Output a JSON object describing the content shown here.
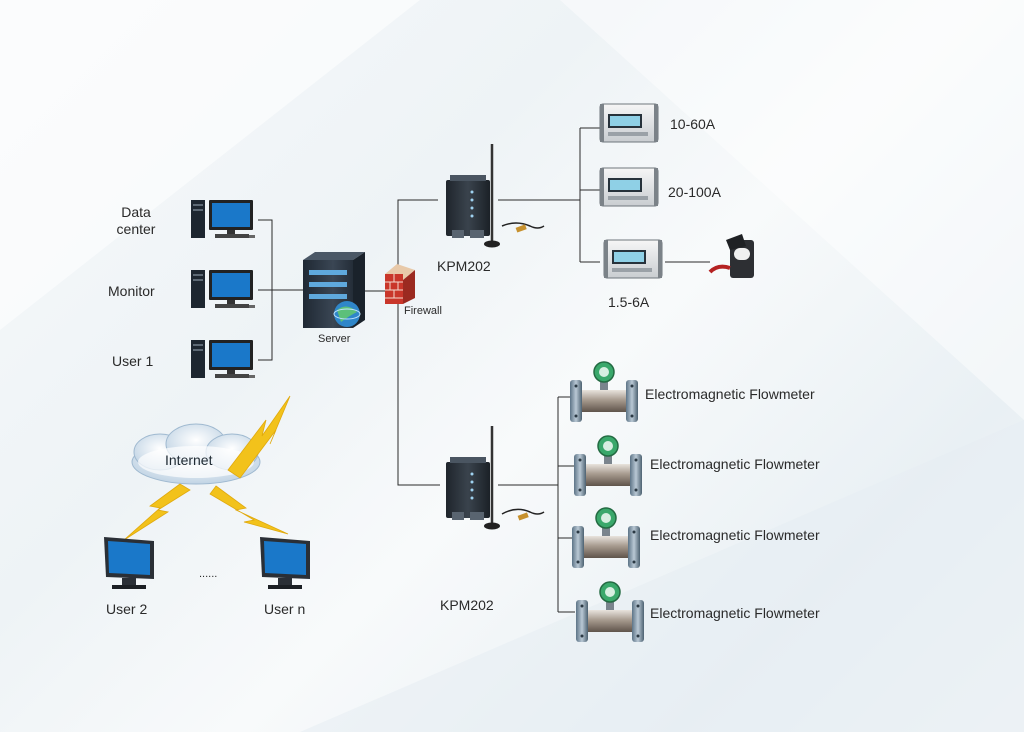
{
  "nodes": {
    "data_center": "Data\ncenter",
    "monitor": "Monitor",
    "user1": "User 1",
    "server": "Server",
    "firewall": "Firewall",
    "internet": "Internet",
    "user2": "User 2",
    "usern": "User n",
    "ellipsis": "......",
    "gateway_top": "KPM202",
    "gateway_bottom": "KPM202",
    "meter1": "10-60A",
    "meter2": "20-100A",
    "meter3": "1.5-6A",
    "flow1": "Electromagnetic Flowmeter",
    "flow2": "Electromagnetic Flowmeter",
    "flow3": "Electromagnetic Flowmeter",
    "flow4": "Electromagnetic Flowmeter"
  },
  "colors": {
    "line": "#2b2b2b",
    "monitor_screen": "#1a78c9",
    "server_body": "#2f3a47",
    "firewall_brick": "#c9362a",
    "lightning": "#f2c21b",
    "cloud": "#bcd3e6"
  }
}
